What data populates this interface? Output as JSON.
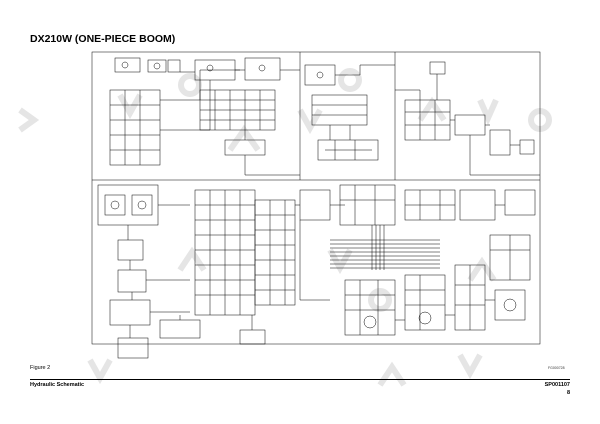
{
  "document": {
    "title": "DX210W (ONE-PIECE BOOM)",
    "figure_label": "Figure 2",
    "figure_code": "FG000728"
  },
  "footer": {
    "section": "Hydraulic Schematic",
    "doc_code": "SP001107",
    "page_number": "8"
  },
  "colors": {
    "line": "#000000",
    "background": "#ffffff",
    "watermark": "#c8c8c8"
  }
}
